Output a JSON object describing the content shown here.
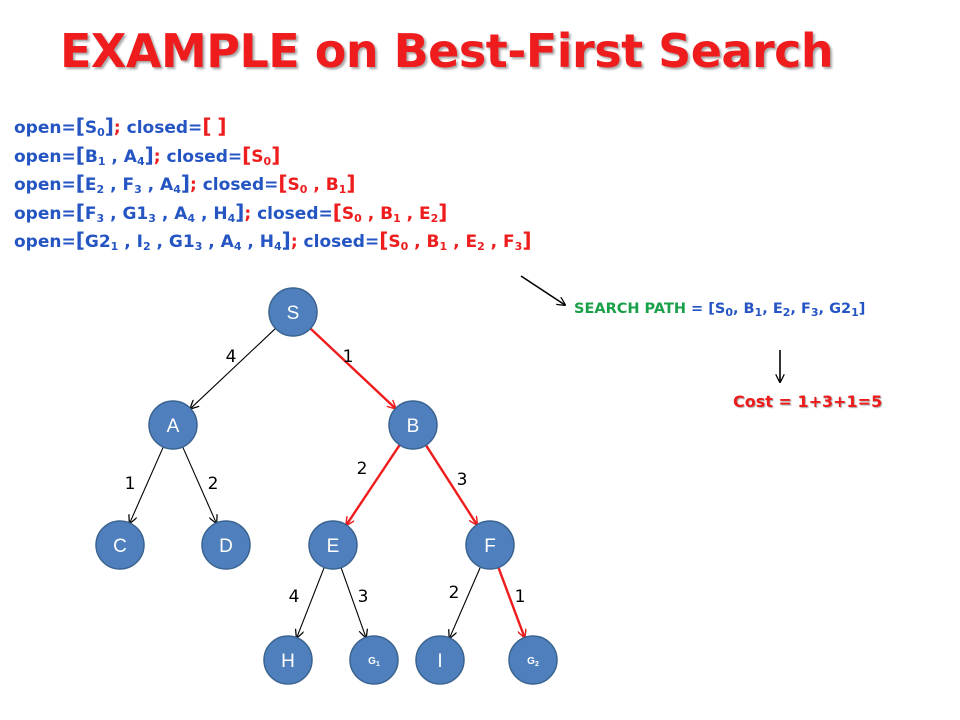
{
  "title": "EXAMPLE on Best-First Search",
  "trace": [
    {
      "open": [
        {
          "t": "S",
          "s": "0"
        }
      ],
      "closed": []
    },
    {
      "open": [
        {
          "t": "B",
          "s": "1"
        },
        {
          "t": "A",
          "s": "4"
        }
      ],
      "closed": [
        {
          "t": "S",
          "s": "0"
        }
      ]
    },
    {
      "open": [
        {
          "t": "E",
          "s": "2"
        },
        {
          "t": "F",
          "s": "3"
        },
        {
          "t": "A",
          "s": "4"
        }
      ],
      "closed": [
        {
          "t": "S",
          "s": "0"
        },
        {
          "t": "B",
          "s": "1"
        }
      ]
    },
    {
      "open": [
        {
          "t": "F",
          "s": "3"
        },
        {
          "t": "G1",
          "s": "3"
        },
        {
          "t": "A",
          "s": "4"
        },
        {
          "t": "H",
          "s": "4"
        }
      ],
      "closed": [
        {
          "t": "S",
          "s": "0"
        },
        {
          "t": "B",
          "s": "1"
        },
        {
          "t": "E",
          "s": "2"
        }
      ]
    },
    {
      "open": [
        {
          "t": "G2",
          "s": "1"
        },
        {
          "t": "I",
          "s": "2"
        },
        {
          "t": "G1",
          "s": "3"
        },
        {
          "t": "A",
          "s": "4"
        },
        {
          "t": "H",
          "s": "4"
        }
      ],
      "closed": [
        {
          "t": "S",
          "s": "0"
        },
        {
          "t": "B",
          "s": "1"
        },
        {
          "t": "E",
          "s": "2"
        },
        {
          "t": "F",
          "s": "3"
        }
      ]
    }
  ],
  "trace_labels": {
    "open": "open=",
    "closed": " closed="
  },
  "search_path": {
    "label": "SEARCH PATH",
    "eq": " = ",
    "items": [
      {
        "t": "S",
        "s": "0"
      },
      {
        "t": "B",
        "s": "1"
      },
      {
        "t": "E",
        "s": "2"
      },
      {
        "t": "F",
        "s": "3"
      },
      {
        "t": "G2",
        "s": "1"
      }
    ]
  },
  "cost": "Cost = 1+3+1=5",
  "nodes": [
    {
      "id": "S",
      "label": "S"
    },
    {
      "id": "A",
      "label": "A"
    },
    {
      "id": "B",
      "label": "B"
    },
    {
      "id": "C",
      "label": "C"
    },
    {
      "id": "D",
      "label": "D"
    },
    {
      "id": "E",
      "label": "E"
    },
    {
      "id": "F",
      "label": "F"
    },
    {
      "id": "H",
      "label": "H"
    },
    {
      "id": "G1",
      "label": "G",
      "sub": "1"
    },
    {
      "id": "I",
      "label": "I"
    },
    {
      "id": "G2",
      "label": "G",
      "sub": "2"
    }
  ],
  "edges": [
    {
      "from": "S",
      "to": "A",
      "label": "4",
      "on_path": false
    },
    {
      "from": "S",
      "to": "B",
      "label": "1",
      "on_path": true
    },
    {
      "from": "A",
      "to": "C",
      "label": "1",
      "on_path": false
    },
    {
      "from": "A",
      "to": "D",
      "label": "2",
      "on_path": false
    },
    {
      "from": "B",
      "to": "E",
      "label": "2",
      "on_path": true
    },
    {
      "from": "B",
      "to": "F",
      "label": "3",
      "on_path": true
    },
    {
      "from": "E",
      "to": "H",
      "label": "4",
      "on_path": false
    },
    {
      "from": "E",
      "to": "G1",
      "label": "3",
      "on_path": false
    },
    {
      "from": "F",
      "to": "I",
      "label": "2",
      "on_path": false
    },
    {
      "from": "F",
      "to": "G2",
      "label": "1",
      "on_path": true
    }
  ],
  "colors": {
    "title": "#ee1c1c",
    "trace_blue": "#2455c3",
    "trace_red": "#ee1c1c",
    "search_label": "#1ba04a",
    "node_fill": "#4f80bd",
    "node_stroke": "#3b6390",
    "path_edge": "#ee1c1c",
    "normal_edge": "#000000"
  }
}
